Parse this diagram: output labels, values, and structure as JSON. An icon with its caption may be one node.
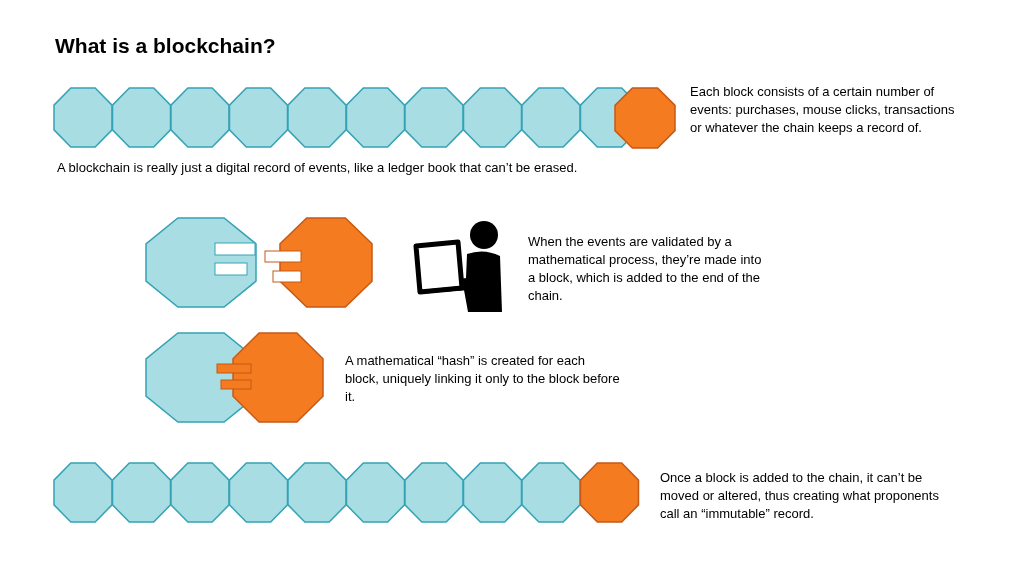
{
  "diagram": {
    "title": "What is a blockchain?",
    "labels": [
      "Each block consists of a certain number of events: purchases, mouse clicks, transactions or whatever the chain keeps a record of.",
      "A blockchain is really just a digital record of events, like a ledger book that can’t be erased.",
      "When the events are validated by a mathematical process, they’re made into a block, which is added to the end of the chain.",
      "A mathematical “hash” is created for each block, uniquely linking it only to the block before it.",
      "Once a block is added to the chain, it can’t be moved or altered, thus creating what proponents call an “immutable” record."
    ]
  }
}
